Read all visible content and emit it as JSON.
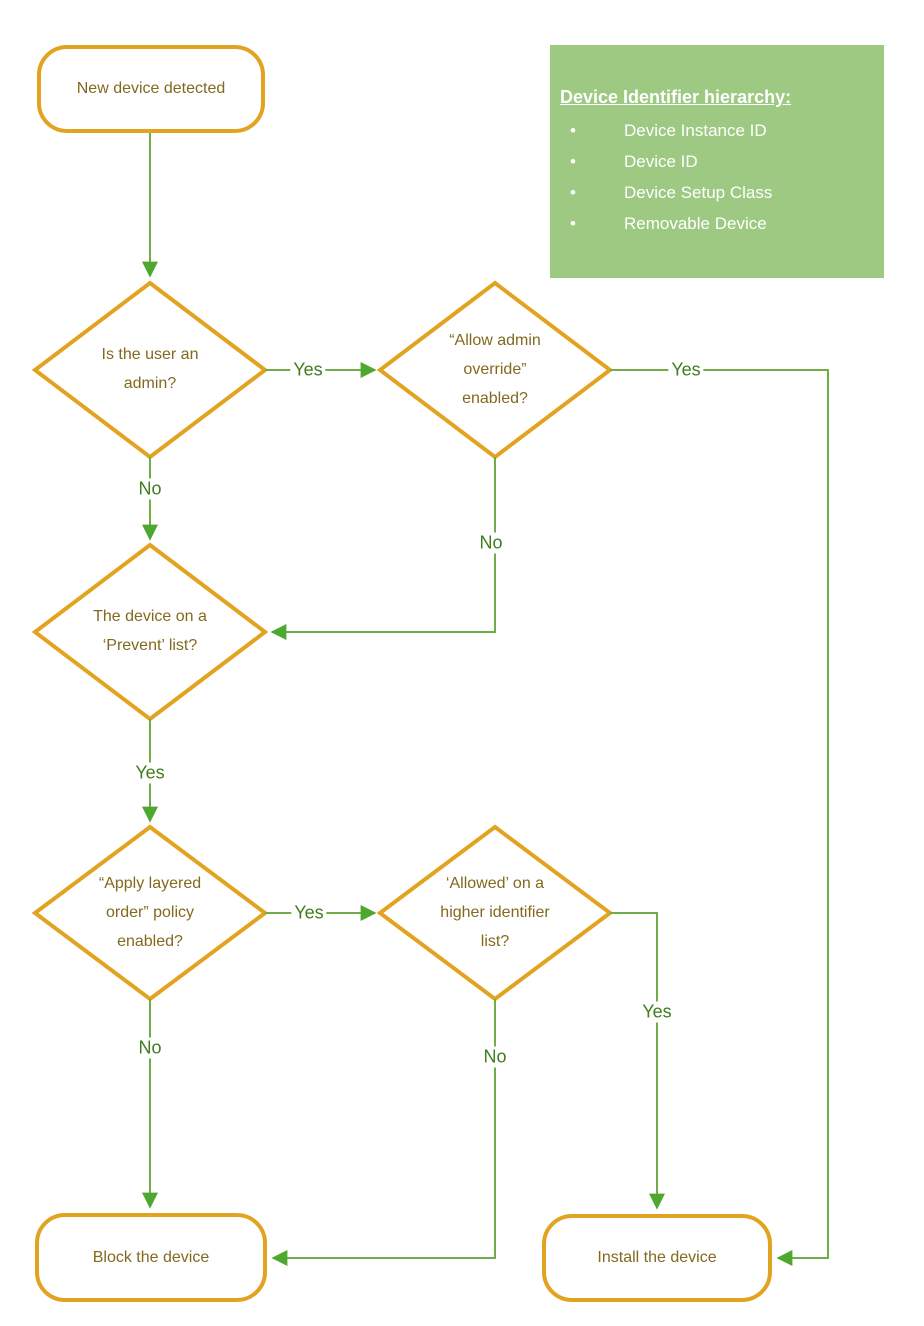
{
  "nodes": {
    "start": "New device detected",
    "decision_admin": "Is the user an admin?",
    "decision_override": "“Allow admin override” enabled?",
    "decision_prevent": "The device on a ‘Prevent’ list?",
    "decision_layered": "“Apply layered order” policy enabled?",
    "decision_allowed": "‘Allowed’ on a higher identifier list?",
    "end_block": "Block the device",
    "end_install": "Install the device"
  },
  "edge_labels": {
    "admin_yes": "Yes",
    "admin_no": "No",
    "override_yes": "Yes",
    "override_no": "No",
    "prevent_yes": "Yes",
    "layered_yes": "Yes",
    "layered_no": "No",
    "allowed_yes": "Yes",
    "allowed_no": "No"
  },
  "info_box": {
    "title": "Device Identifier hierarchy:",
    "items": [
      "Device Instance ID",
      "Device ID",
      "Device Setup Class",
      "Removable Device"
    ]
  },
  "colors": {
    "shape_border": "#E2A321",
    "flow_line": "#70AD47",
    "arrowhead": "#4EA72E",
    "edge_label_text": "#3F7D1E",
    "node_text": "#82691E",
    "info_box_background": "#9DC983",
    "info_box_text": "#FFFFFF"
  }
}
